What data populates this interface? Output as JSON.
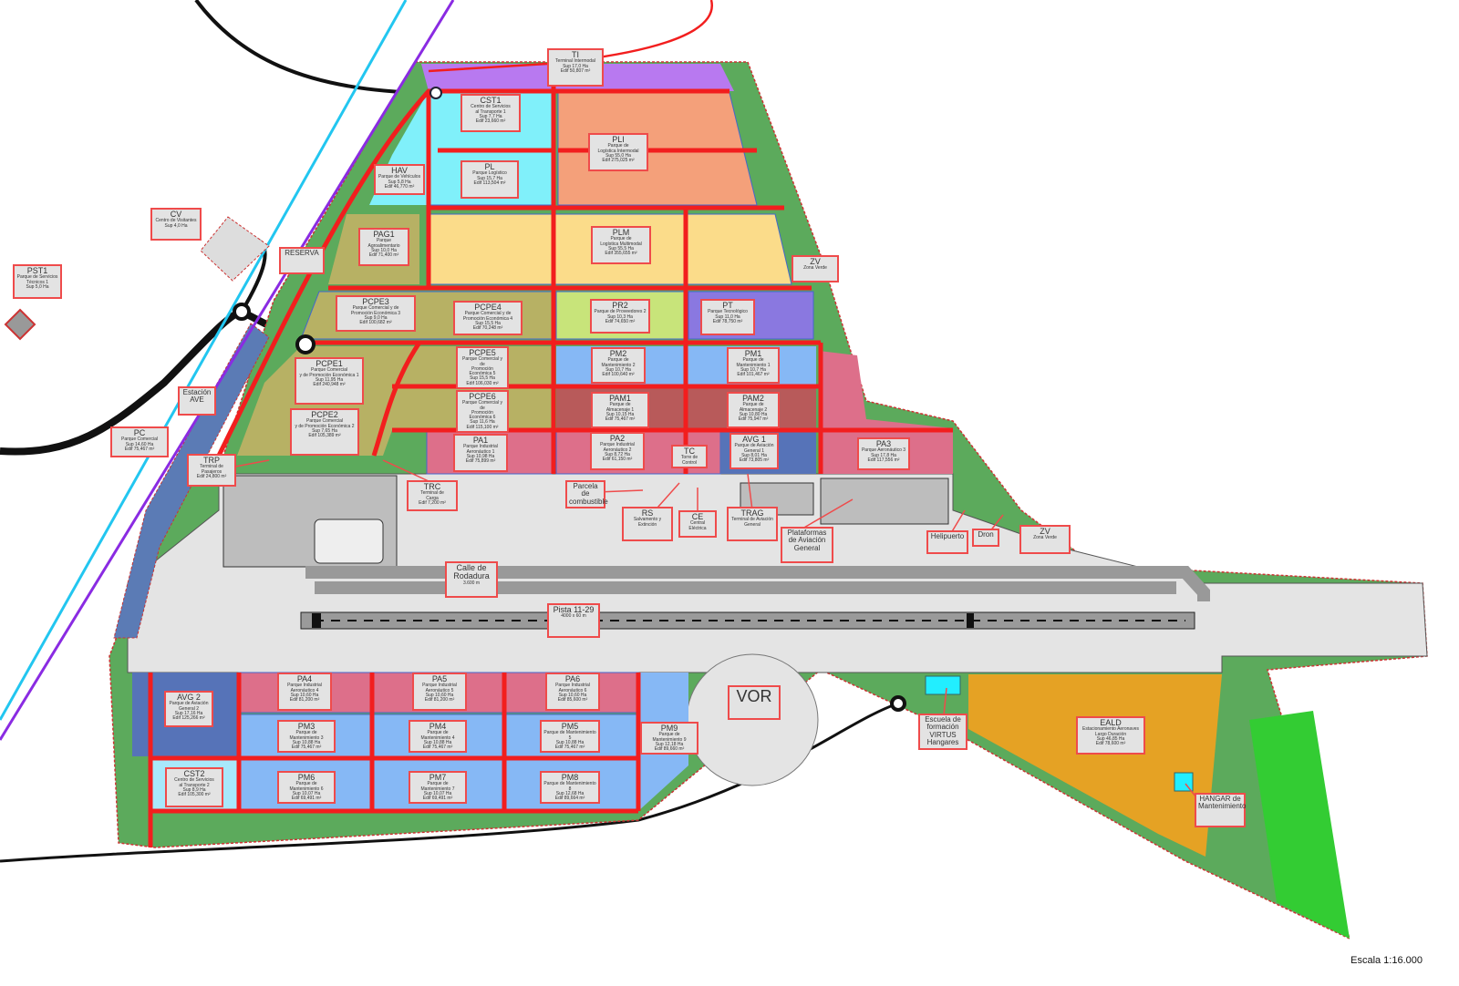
{
  "map": {
    "scale_label": "Escala 1:16.000",
    "colors": {
      "boundary_green": "#5caa5c",
      "road_red": "#f21e1e",
      "airfield_grey": "#e2e2e2",
      "terminal_purple": "#b879f0",
      "services_cyan": "#80f0fa",
      "logistics_salmon": "#f4a07a",
      "logistics_yellow": "#fbdc8a",
      "commercial_olive": "#b7b164",
      "industrial_pink": "#dd6f8a",
      "maintenance_blue": "#86b8f5",
      "storage_brown": "#b85a5a",
      "aviation_navy": "#5673b8",
      "eald_orange": "#e5a224"
    },
    "labels": [
      {
        "code": "TI",
        "lines": [
          "Terminal Intermodal",
          "Sup 17,0 Ha",
          "Edif 50,807 m²"
        ]
      },
      {
        "code": "CST1",
        "lines": [
          "Centro de Servicios",
          "al Transporte 1",
          "Sup 7,7 Ha",
          "Edif 23,660 m²"
        ]
      },
      {
        "code": "PLI",
        "lines": [
          "Parque de",
          "Logística Intermodal",
          "Sup 55,0 Ha",
          "Edif 275,025 m²"
        ]
      },
      {
        "code": "HAV",
        "lines": [
          "Parque de Vehículos",
          "Sup 5,8 Ha",
          "Edif 46,770 m²"
        ]
      },
      {
        "code": "PL",
        "lines": [
          "Parque Logístico",
          "Sup 15,7 Ha",
          "Edif 113,504 m²"
        ]
      },
      {
        "code": "CV",
        "lines": [
          "Centro de Visitantes",
          "Sup 4,0 Ha"
        ]
      },
      {
        "code": "PST1",
        "lines": [
          "Parque de Servicios",
          "Técnicos 1",
          "Sup 5,0 Ha"
        ]
      },
      {
        "code": "RESERVA",
        "lines": []
      },
      {
        "code": "PAG1",
        "lines": [
          "Parque",
          "Agroalimentario",
          "Sup 10,0 Ha",
          "Edif 71,400 m²"
        ]
      },
      {
        "code": "PLM",
        "lines": [
          "Parque de",
          "Logística Multimodal",
          "Sup 55,5 Ha",
          "Edif 355,655 m²"
        ]
      },
      {
        "code": "ZV",
        "lines": [
          "Zona Verde"
        ]
      },
      {
        "code": "PCPE3",
        "lines": [
          "Parque Comercial y de",
          "Promoción Económica 3",
          "Sup 9,0 Ha",
          "Edif 100,682 m²"
        ]
      },
      {
        "code": "PCPE4",
        "lines": [
          "Parque Comercial y de",
          "Promoción Económica 4",
          "Sup 15,5 Ha",
          "Edif 70,248 m²"
        ]
      },
      {
        "code": "PR2",
        "lines": [
          "Parque de Proveedores 2",
          "Sup 10,3 Ha",
          "Edif 74,650 m²"
        ]
      },
      {
        "code": "PT",
        "lines": [
          "Parque Tecnológico",
          "Sup 11,0 Ha",
          "Edif 78,750 m²"
        ]
      },
      {
        "code": "PCPE1",
        "lines": [
          "Parque Comercial",
          "y de Promoción Económica 1",
          "Sup 11,95 Ha",
          "Edif 240,948 m²"
        ]
      },
      {
        "code": "PCPE5",
        "lines": [
          "Parque Comercial y de",
          "Promoción Económica 5",
          "Sup 15,5 Ha",
          "Edif 106,030 m²"
        ]
      },
      {
        "code": "PM2",
        "lines": [
          "Parque de",
          "Mantenimiento 2",
          "Sup 10,7 Ha",
          "Edif 100,640 m²"
        ]
      },
      {
        "code": "PM1",
        "lines": [
          "Parque de",
          "Mantenimiento 1",
          "Sup 10,7 Ha",
          "Edif 101,467 m²"
        ]
      },
      {
        "code": "PCPE6",
        "lines": [
          "Parque Comercial y de",
          "Promoción Económica 6",
          "Sup 11,6 Ha",
          "Edif 115,100 m²"
        ]
      },
      {
        "code": "PAM1",
        "lines": [
          "Parque de",
          "Almacenaje 1",
          "Sup 10,15 Ha",
          "Edif 75,467 m²"
        ]
      },
      {
        "code": "PAM2",
        "lines": [
          "Parque de",
          "Almacenaje 2",
          "Sup 10,80 Ha",
          "Edif 75,947 m²"
        ]
      },
      {
        "code": "Estación AVE",
        "lines": []
      },
      {
        "code": "PC",
        "lines": [
          "Parque Comercial",
          "Sup 14,60 Ha",
          "Edif 75,467 m²"
        ]
      },
      {
        "code": "PCPE2",
        "lines": [
          "Parque Comercial",
          "y de Promoción Económica 2",
          "Sup 7,65 Ha",
          "Edif 105,389 m²"
        ]
      },
      {
        "code": "PA1",
        "lines": [
          "Parque Industrial",
          "Aeronáutico 1",
          "Sup 10,98 Ha",
          "Edif 75,899 m²"
        ]
      },
      {
        "code": "PA2",
        "lines": [
          "Parque Industrial",
          "Aeronáutico 2",
          "Sup 8,72 Ha",
          "Edif 61,150 m²"
        ]
      },
      {
        "code": "TC",
        "lines": [
          "Torre de Control"
        ]
      },
      {
        "code": "AVG 1",
        "lines": [
          "Parque de Aviación",
          "General 1",
          "Sup 8,01 Ha",
          "Edif 73,805 m²"
        ]
      },
      {
        "code": "PA3",
        "lines": [
          "Parque Aeronáutico 3",
          "Sup 17,8 Ha",
          "Edif 117,556 m²"
        ]
      },
      {
        "code": "TRP",
        "lines": [
          "Terminal de",
          "Pasajeros",
          "Edif 24,800 m²"
        ]
      },
      {
        "code": "TRC",
        "lines": [
          "Terminal de",
          "Carga",
          "Edif 7,200 m²"
        ]
      },
      {
        "code": "Parcela de combustible",
        "lines": []
      },
      {
        "code": "RS",
        "lines": [
          "Salvamento y",
          "Extinción"
        ]
      },
      {
        "code": "CE",
        "lines": [
          "Central Eléctrica"
        ]
      },
      {
        "code": "TRAG",
        "lines": [
          "Terminal de Aviación",
          "General"
        ]
      },
      {
        "code": "Plataformas de Aviación General",
        "lines": []
      },
      {
        "code": "Helipuerto",
        "lines": []
      },
      {
        "code": "Dron",
        "lines": []
      },
      {
        "code": "ZV",
        "lines": [
          "Zona Verde"
        ]
      },
      {
        "code": "Calle de Rodadura",
        "lines": [
          "3.600 m"
        ]
      },
      {
        "code": "Pista 11-29",
        "lines": [
          "4000 x 60 m"
        ]
      },
      {
        "code": "AVG 2",
        "lines": [
          "Parque de Aviación",
          "General 2",
          "Sup 17,16 Ha",
          "Edif 125,266 m²"
        ]
      },
      {
        "code": "PA4",
        "lines": [
          "Parque Industrial",
          "Aeronáutico 4",
          "Sup 10,60 Ha",
          "Edif 81,200 m²"
        ]
      },
      {
        "code": "PA5",
        "lines": [
          "Parque Industrial",
          "Aeronáutico 5",
          "Sup 10,60 Ha",
          "Edif 81,200 m²"
        ]
      },
      {
        "code": "PA6",
        "lines": [
          "Parque Industrial",
          "Aeronáutico 6",
          "Sup 10,60 Ha",
          "Edif 85,600 m²"
        ]
      },
      {
        "code": "VOR",
        "lines": []
      },
      {
        "code": "PM3",
        "lines": [
          "Parque de Mantenimiento 3",
          "Sup 10,88 Ha",
          "Edif 75,467 m²"
        ]
      },
      {
        "code": "PM4",
        "lines": [
          "Parque de Mantenimiento 4",
          "Sup 10,88 Ha",
          "Edif 75,467 m²"
        ]
      },
      {
        "code": "PM5",
        "lines": [
          "Parque de Mantenimiento 5",
          "Sup 10,88 Ha",
          "Edif 75,467 m²"
        ]
      },
      {
        "code": "PM9",
        "lines": [
          "Parque de Mantenimiento 9",
          "Sup 12,18 Ha",
          "Edif 89,660 m²"
        ]
      },
      {
        "code": "CST2",
        "lines": [
          "Centro de Servicios",
          "al Transporte 2",
          "Sup 8,9 Ha",
          "Edif 105,300 m²"
        ]
      },
      {
        "code": "PM6",
        "lines": [
          "Parque de Mantenimiento 6",
          "Sup 10,07 Ha",
          "Edif 69,491 m²"
        ]
      },
      {
        "code": "PM7",
        "lines": [
          "Parque de Mantenimiento 7",
          "Sup 10,07 Ha",
          "Edif 69,491 m²"
        ]
      },
      {
        "code": "PM8",
        "lines": [
          "Parque de Mantenimiento 8",
          "Sup 12,68 Ha",
          "Edif 89,664 m²"
        ]
      },
      {
        "code": "Escuela de formación VIRTUS Hangares",
        "lines": []
      },
      {
        "code": "EALD",
        "lines": [
          "Estacionamiento Aeronaves",
          "Largo Duración",
          "Sup 46,85 Ha",
          "Edif 78,600 m²"
        ]
      },
      {
        "code": "HANGAR de Mantenimiento",
        "lines": []
      }
    ]
  }
}
